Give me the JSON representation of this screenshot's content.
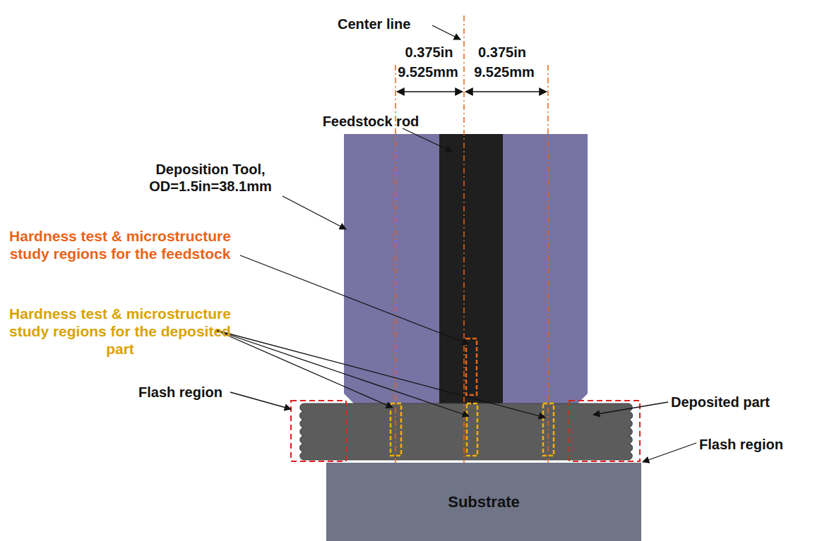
{
  "diagram": {
    "nodes": [
      {
        "text": [
          "Substrate"
        ]
      }
    ],
    "labels": [
      "Center line",
      "0.375in",
      "9.525mm",
      "0.375in",
      "9.525mm",
      "Feedstock rod",
      "Deposition Tool, OD=1.5in=38.1mm",
      "Hardness test & microstructure study regions for the feedstock",
      "Hardness test & microstructure study regions for the deposited part",
      "Flash region",
      "Deposited part",
      "Flash region"
    ]
  }
}
